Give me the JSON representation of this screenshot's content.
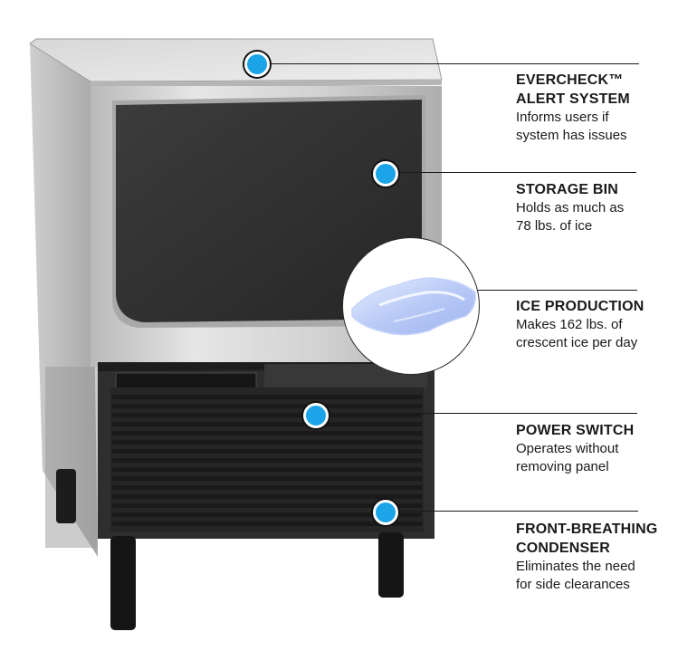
{
  "features": [
    {
      "title": "EVERCHECK™\nALERT SYSTEM",
      "desc": "Informs users if\nsystem has issues"
    },
    {
      "title": "STORAGE BIN",
      "desc": "Holds as much as\n78 lbs. of ice"
    },
    {
      "title": "ICE PRODUCTION",
      "desc": "Makes 162 lbs. of\ncrescent ice per day"
    },
    {
      "title": "POWER SWITCH",
      "desc": "Operates without\nremoving panel"
    },
    {
      "title": "FRONT-BREATHING\nCONDENSER",
      "desc": "Eliminates the need\nfor side clearances"
    }
  ],
  "colors": {
    "hotspot": "#1ba4e8",
    "text": "#1a1a1a"
  },
  "icons": {
    "hotspot": "circle-hotspot-icon",
    "ice": "crescent-ice-icon"
  }
}
